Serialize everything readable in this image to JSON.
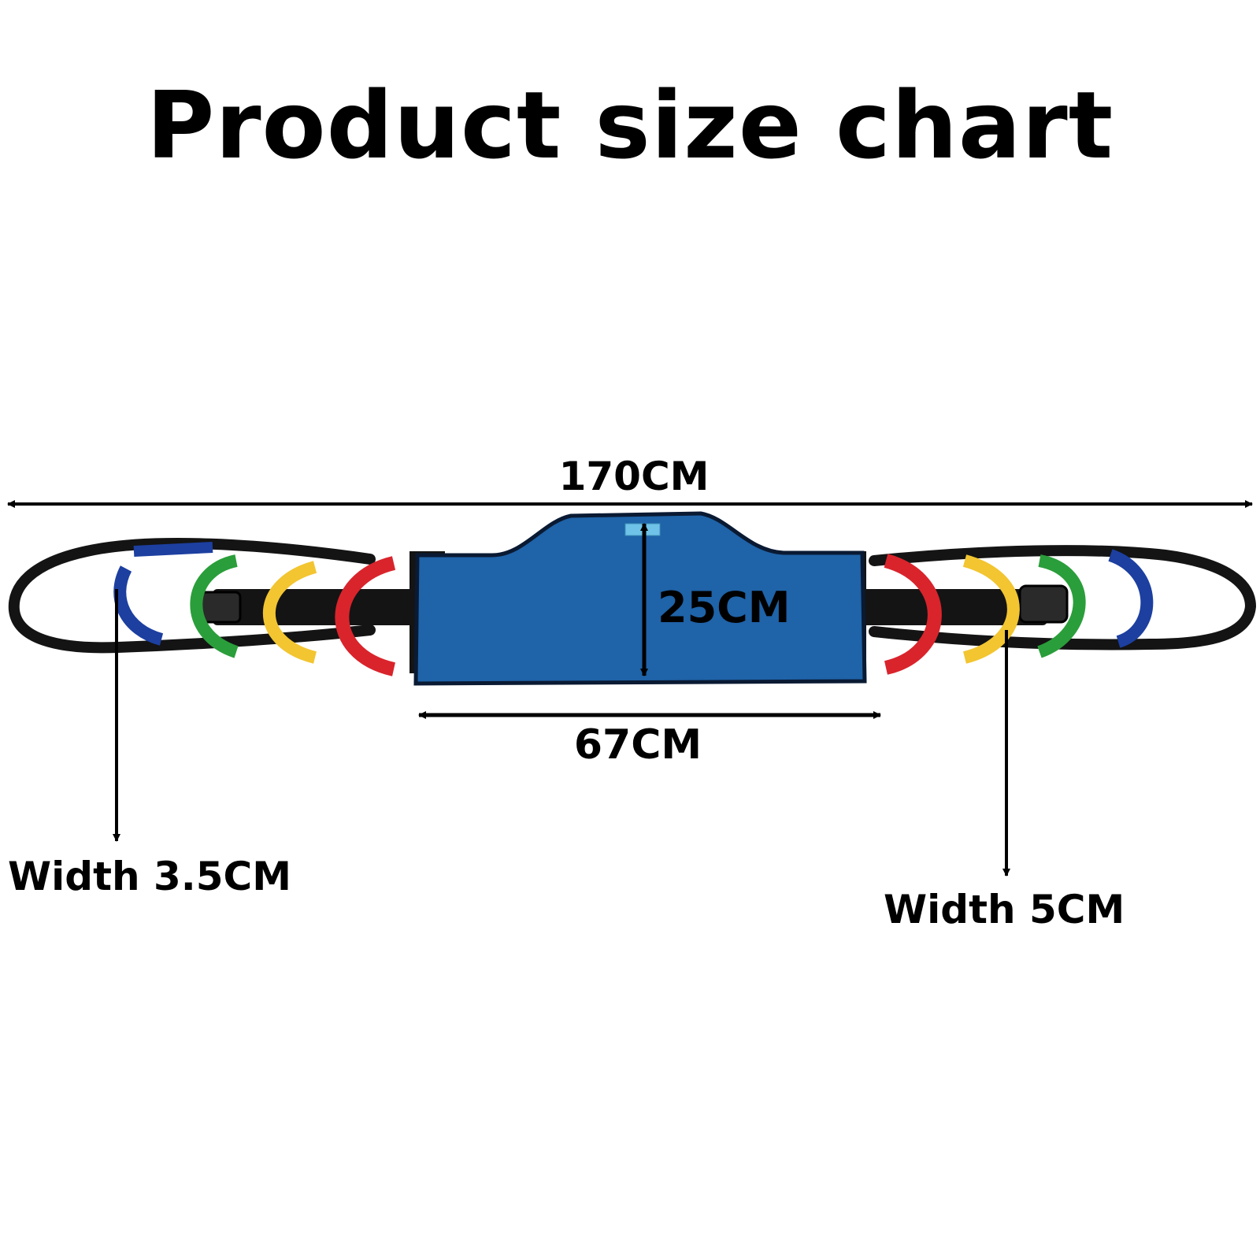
{
  "title": "Product size chart",
  "dimensions": {
    "total_length": "170CM",
    "pad_height": "25CM",
    "pad_length": "67CM",
    "small_strap_width": "Width 3.5CM",
    "main_strap_width": "Width 5CM"
  },
  "colors": {
    "pad": "#1f63a8",
    "strap": "#141414",
    "handle_blue": "#1c3fa0",
    "handle_green": "#2a9e3a",
    "handle_yellow": "#f2c531",
    "handle_red": "#d9242c",
    "arrow": "#000000"
  }
}
